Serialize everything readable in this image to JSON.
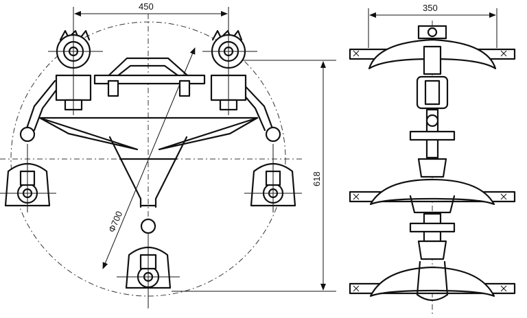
{
  "dimensions": {
    "front_width": "450",
    "side_width": "350",
    "height": "618",
    "circle_diameter": "Φ700"
  }
}
